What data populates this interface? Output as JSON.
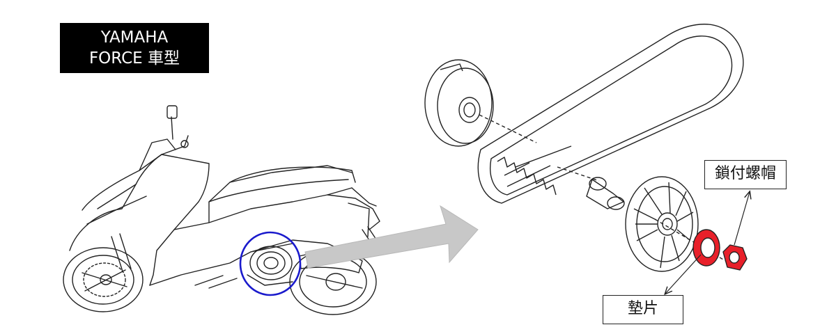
{
  "title": {
    "line1": "YAMAHA",
    "line2": "FORCE 車型"
  },
  "callouts": {
    "lock_nut": "鎖付螺帽",
    "washer": "墊片"
  },
  "colors": {
    "highlight_circle": "#1a1acc",
    "part_red": "#e8202a",
    "arrow_gray": "#c8c8c8",
    "line": "#222222"
  }
}
